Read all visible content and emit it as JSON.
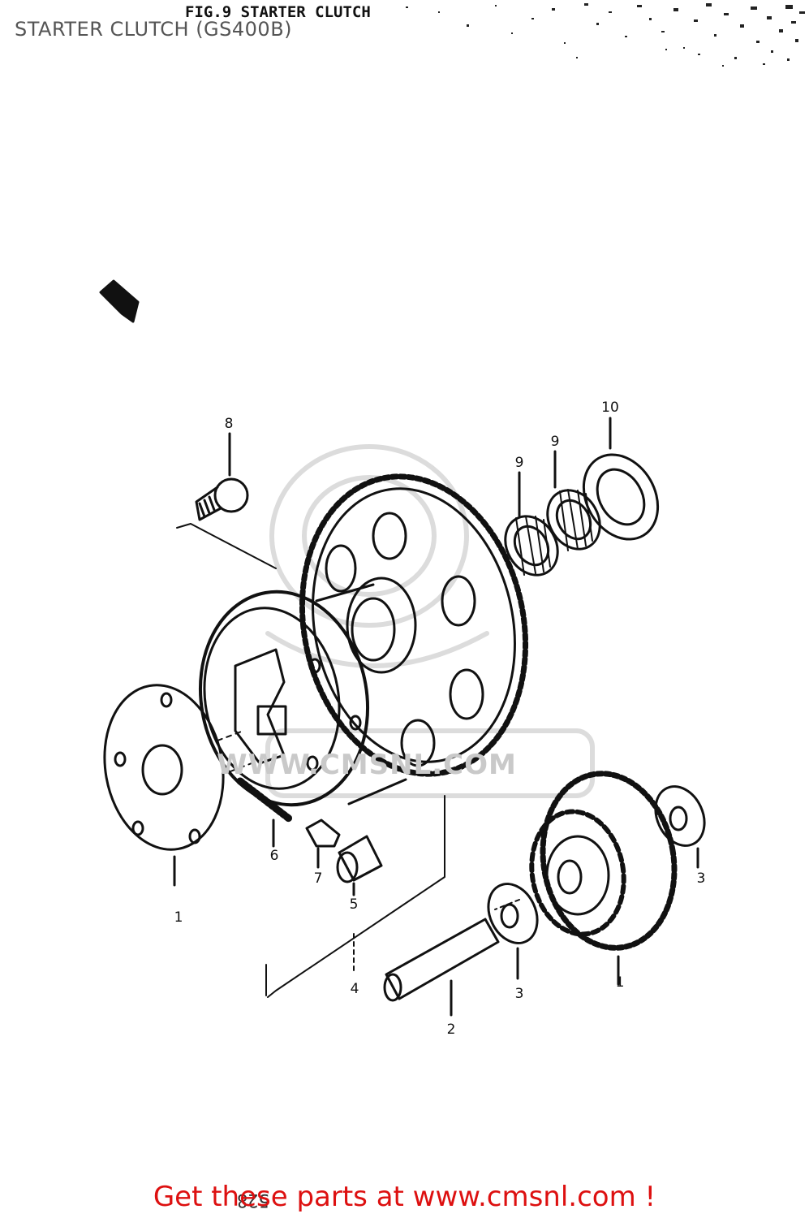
{
  "page": {
    "title": "STARTER CLUTCH (GS400B)",
    "figure_title": "FIG.9  STARTER CLUTCH",
    "watermark": "WWW.CMSNL.COM",
    "page_number": "528",
    "footer_text": "Get these parts at www.cmsnl.com !",
    "footer_color": "#dd1010"
  },
  "callouts": [
    {
      "id": "8",
      "label": "8"
    },
    {
      "id": "9a",
      "label": "9"
    },
    {
      "id": "9b",
      "label": "9"
    },
    {
      "id": "10",
      "label": "10"
    },
    {
      "id": "6",
      "label": "6"
    },
    {
      "id": "7",
      "label": "7"
    },
    {
      "id": "5",
      "label": "5"
    },
    {
      "id": "1a",
      "label": "1"
    },
    {
      "id": "4",
      "label": "4"
    },
    {
      "id": "3a",
      "label": "3"
    },
    {
      "id": "2",
      "label": "2"
    },
    {
      "id": "1b",
      "label": "1"
    },
    {
      "id": "3b",
      "label": "3"
    }
  ]
}
